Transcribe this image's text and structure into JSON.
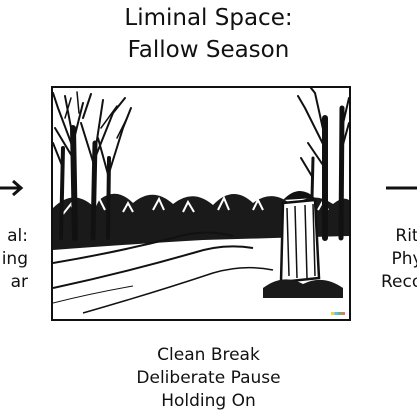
{
  "title": {
    "line1": "Liminal Space:",
    "line2": "Fallow Season"
  },
  "caption": [
    "Clean Break",
    "Deliberate Pause",
    "Holding On"
  ],
  "left_node": [
    "al:",
    "ing",
    "ar"
  ],
  "right_node": [
    "Rit",
    "Phy",
    "Recon"
  ],
  "illustration_name": "bare-trees-and-stump-landscape",
  "colors": {
    "ink": "#111111",
    "background": "#ffffff"
  }
}
